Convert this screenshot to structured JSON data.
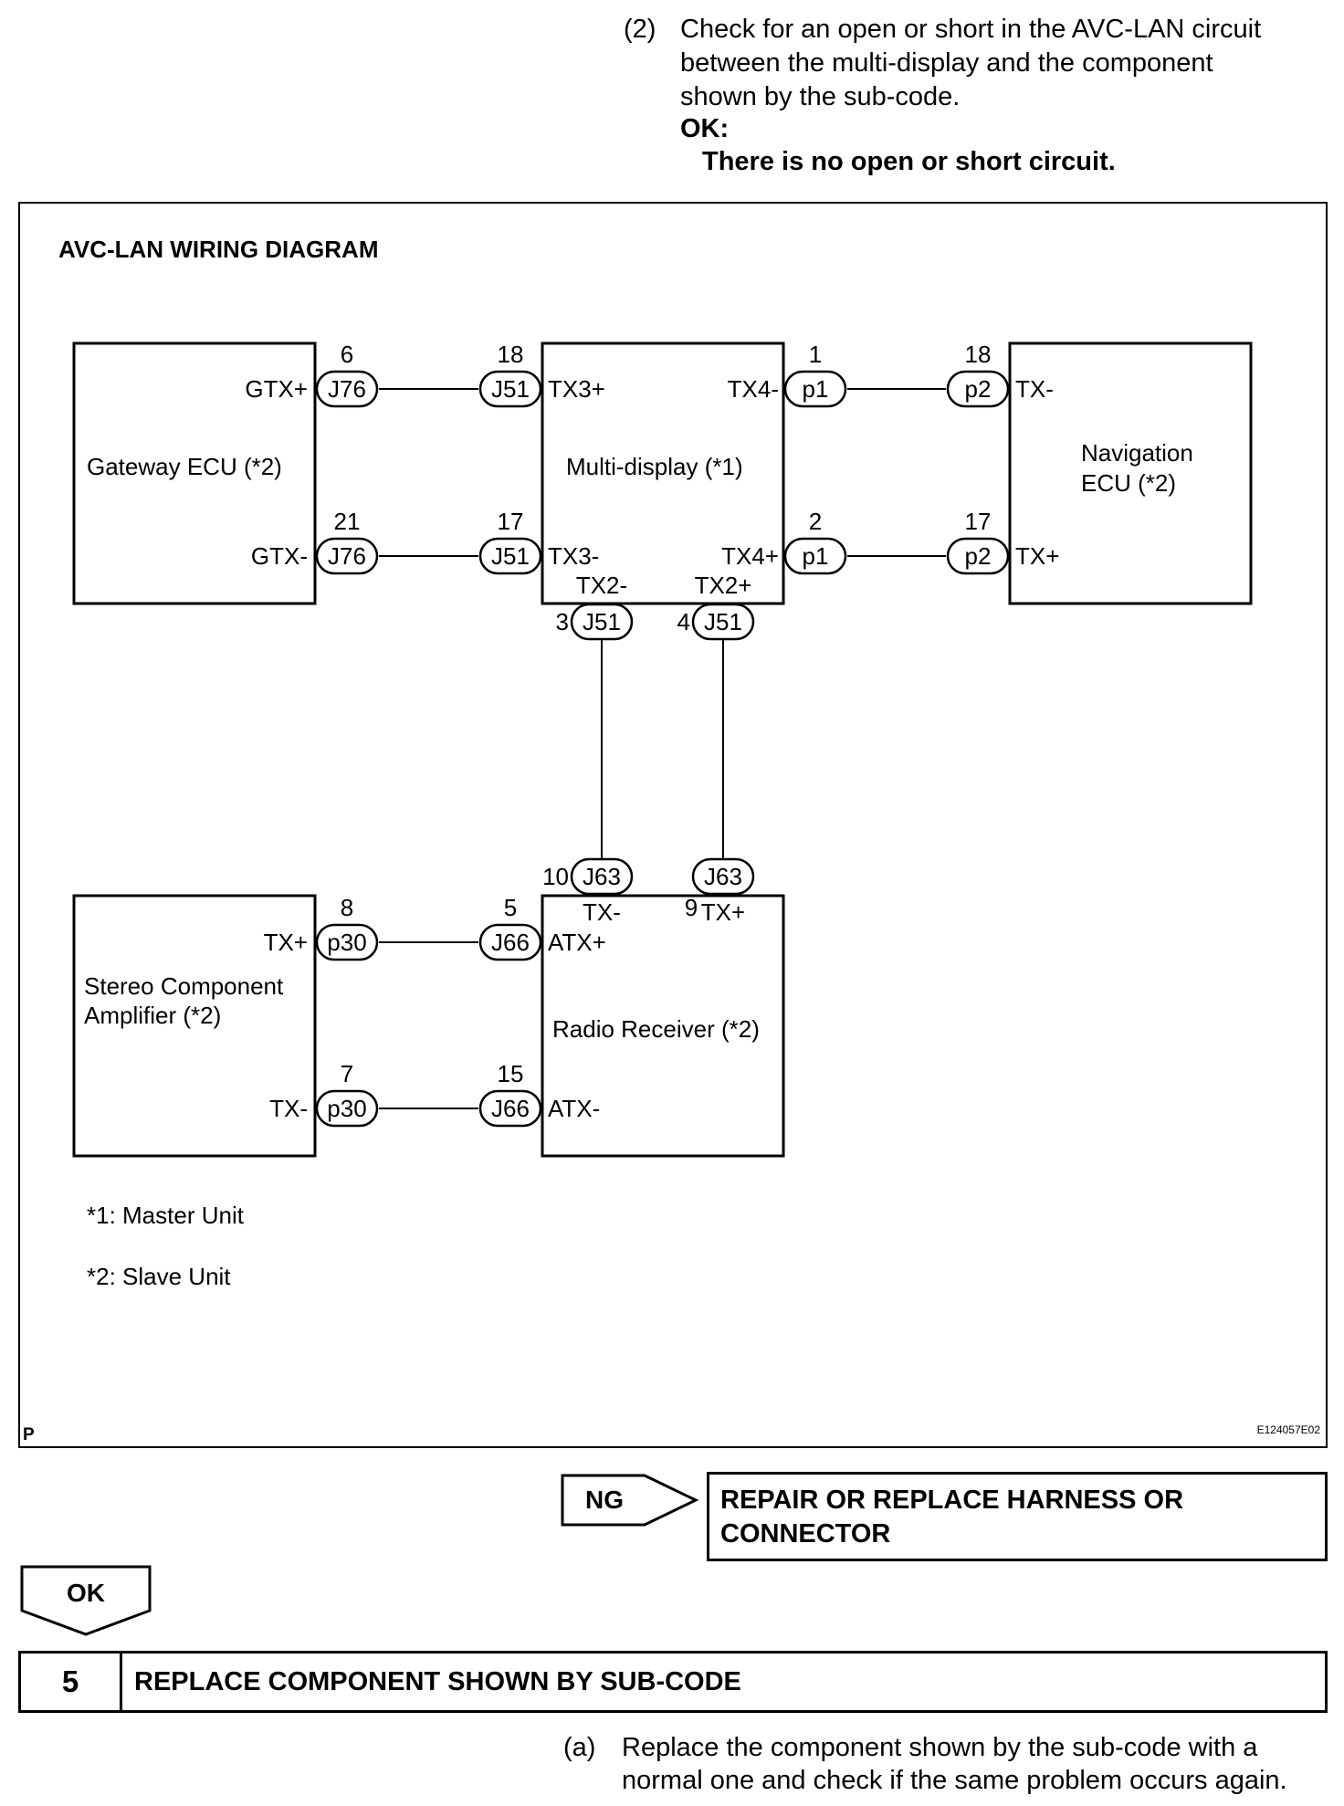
{
  "step4_item": {
    "number": "(2)",
    "lines": [
      "Check for an open or short in the AVC-LAN circuit",
      "between the multi-display and the component",
      "shown by the sub-code."
    ],
    "ok_label": "OK:",
    "ok_text": "There is no open or short circuit."
  },
  "diagram": {
    "title": "AVC-LAN WIRING DIAGRAM",
    "corner_left": "P",
    "figure_code": "E124057E02",
    "components": {
      "gateway": "Gateway ECU (*2)",
      "multi": "Multi-display (*1)",
      "nav_line1": "Navigation",
      "nav_line2": "ECU (*2)",
      "stereo_line1": "Stereo Component",
      "stereo_line2": "Amplifier (*2)",
      "radio": "Radio Receiver (*2)"
    },
    "terminals": {
      "gtx_plus": "GTX+",
      "gtx_minus": "GTX-",
      "tx3_plus": "TX3+",
      "tx3_minus": "TX3-",
      "tx4_minus": "TX4-",
      "tx4_plus": "TX4+",
      "tx2_minus": "TX2-",
      "tx2_plus": "TX2+",
      "nav_tx_minus": "TX-",
      "nav_tx_plus": "TX+",
      "stereo_tx_plus": "TX+",
      "stereo_tx_minus": "TX-",
      "atx_plus": "ATX+",
      "atx_minus": "ATX-",
      "radio_tx_minus": "TX-",
      "radio_tx_plus": "TX+"
    },
    "connectors": {
      "j76_a": "J76",
      "j76_b": "J76",
      "j51_a": "J51",
      "j51_b": "J51",
      "j51_c": "J51",
      "j51_d": "J51",
      "p1_a": "p1",
      "p1_b": "p1",
      "p2_a": "p2",
      "p2_b": "p2",
      "j63_a": "J63",
      "j63_b": "J63",
      "p30_a": "p30",
      "p30_b": "p30",
      "j66_a": "J66",
      "j66_b": "J66"
    },
    "pins": {
      "j76_a": "6",
      "j76_b": "21",
      "j51_a": "18",
      "j51_b": "17",
      "j51_c": "3",
      "j51_d": "4",
      "p1_a": "1",
      "p1_b": "2",
      "p2_a": "18",
      "p2_b": "17",
      "j63_a": "10",
      "j63_b": "9",
      "p30_a": "8",
      "p30_b": "7",
      "j66_a": "5",
      "j66_b": "15"
    },
    "notes": [
      "*1: Master Unit",
      "*2: Slave Unit"
    ]
  },
  "flow": {
    "ng_label": "NG",
    "ng_action_line1": "REPAIR OR REPLACE HARNESS OR",
    "ng_action_line2": "CONNECTOR",
    "ok_label": "OK"
  },
  "step5": {
    "number": "5",
    "title": "REPLACE COMPONENT SHOWN BY SUB-CODE",
    "item_number": "(a)",
    "item_lines": [
      "Replace the component shown by the sub-code with a",
      "normal one and check if the same problem occurs again."
    ]
  }
}
